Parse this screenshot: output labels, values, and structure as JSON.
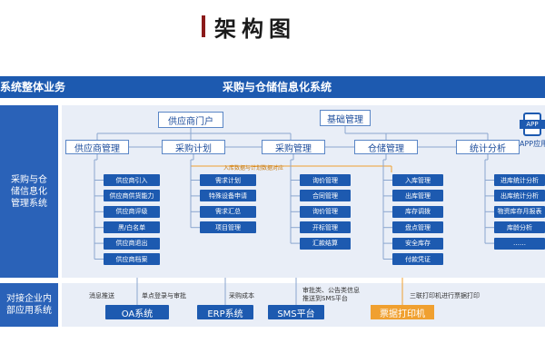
{
  "page": {
    "title": "架构图"
  },
  "header": {
    "left_label": "系统整体业务",
    "center_label": "采购与仓储信息化系统"
  },
  "side_panels": {
    "top": "采购与仓\n储信息化\n管理系统",
    "bottom": "对接企业内\n部应用系统"
  },
  "top_boxes": {
    "supplier_portal": "供应商门户",
    "basic_mgmt": "基础管理",
    "app": "APP",
    "app_label": "APP应用"
  },
  "modules": [
    {
      "name": "供应商管理",
      "items": [
        "供应商引入",
        "供应商供货能力",
        "供应商评级",
        "黑/白名单",
        "供应商退出",
        "供应商档案"
      ]
    },
    {
      "name": "采购计划",
      "items": [
        "需求计划",
        "特殊设备申请",
        "需求汇总",
        "项目管理"
      ]
    },
    {
      "name": "采购管理",
      "items": [
        "询价管理",
        "合同管理",
        "询价管理",
        "开标管理",
        "汇款结算"
      ]
    },
    {
      "name": "仓储管理",
      "items": [
        "入库管理",
        "出库管理",
        "库存调拨",
        "盘点管理",
        "安全库存",
        "付款凭证"
      ]
    },
    {
      "name": "统计分析",
      "items": [
        "进库统计分析",
        "出库统计分析",
        "物资库存月报表",
        "库龄分析",
        "……"
      ]
    }
  ],
  "annotations": {
    "orange_link": "入库数据与计划数据对应"
  },
  "notes": {
    "msg_push": "消息推送",
    "sso": "单点登录与审批",
    "purchase_cost": "采购成本",
    "approval_sms": "审批类、公告类信息\n推送到SMS平台",
    "printer_note": "三联打印机进行票据打印"
  },
  "bottom_systems": {
    "oa": "OA系统",
    "erp": "ERP系统",
    "sms": "SMS平台",
    "printer": "票据打印机"
  },
  "colors": {
    "primary_blue": "#1d5ab0",
    "panel_blue": "#2a62b8",
    "light_bg": "#e9eef7",
    "accent_red": "#8b1a1a",
    "orange": "#f0a030",
    "line": "#8aa6cf"
  }
}
